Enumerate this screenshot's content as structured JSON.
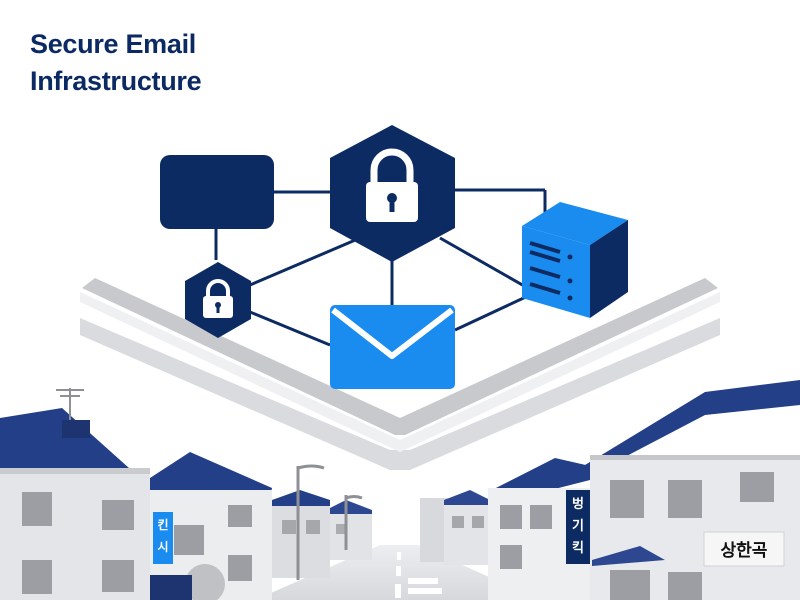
{
  "title": {
    "line1": "Secure Email",
    "line2": "Infrastructure"
  },
  "signs": {
    "left": [
      "킨",
      "시"
    ],
    "center": [
      "벙",
      "기",
      "킥"
    ],
    "right": "상한곡"
  },
  "colors": {
    "navy": "#0d2b63",
    "accent_blue": "#1a8cf0",
    "light_grey": "#e9eaec",
    "mid_grey": "#c9cbcf",
    "roof_navy": "#233f87"
  },
  "icons": [
    "lock-icon",
    "envelope-icon",
    "server-icon"
  ]
}
